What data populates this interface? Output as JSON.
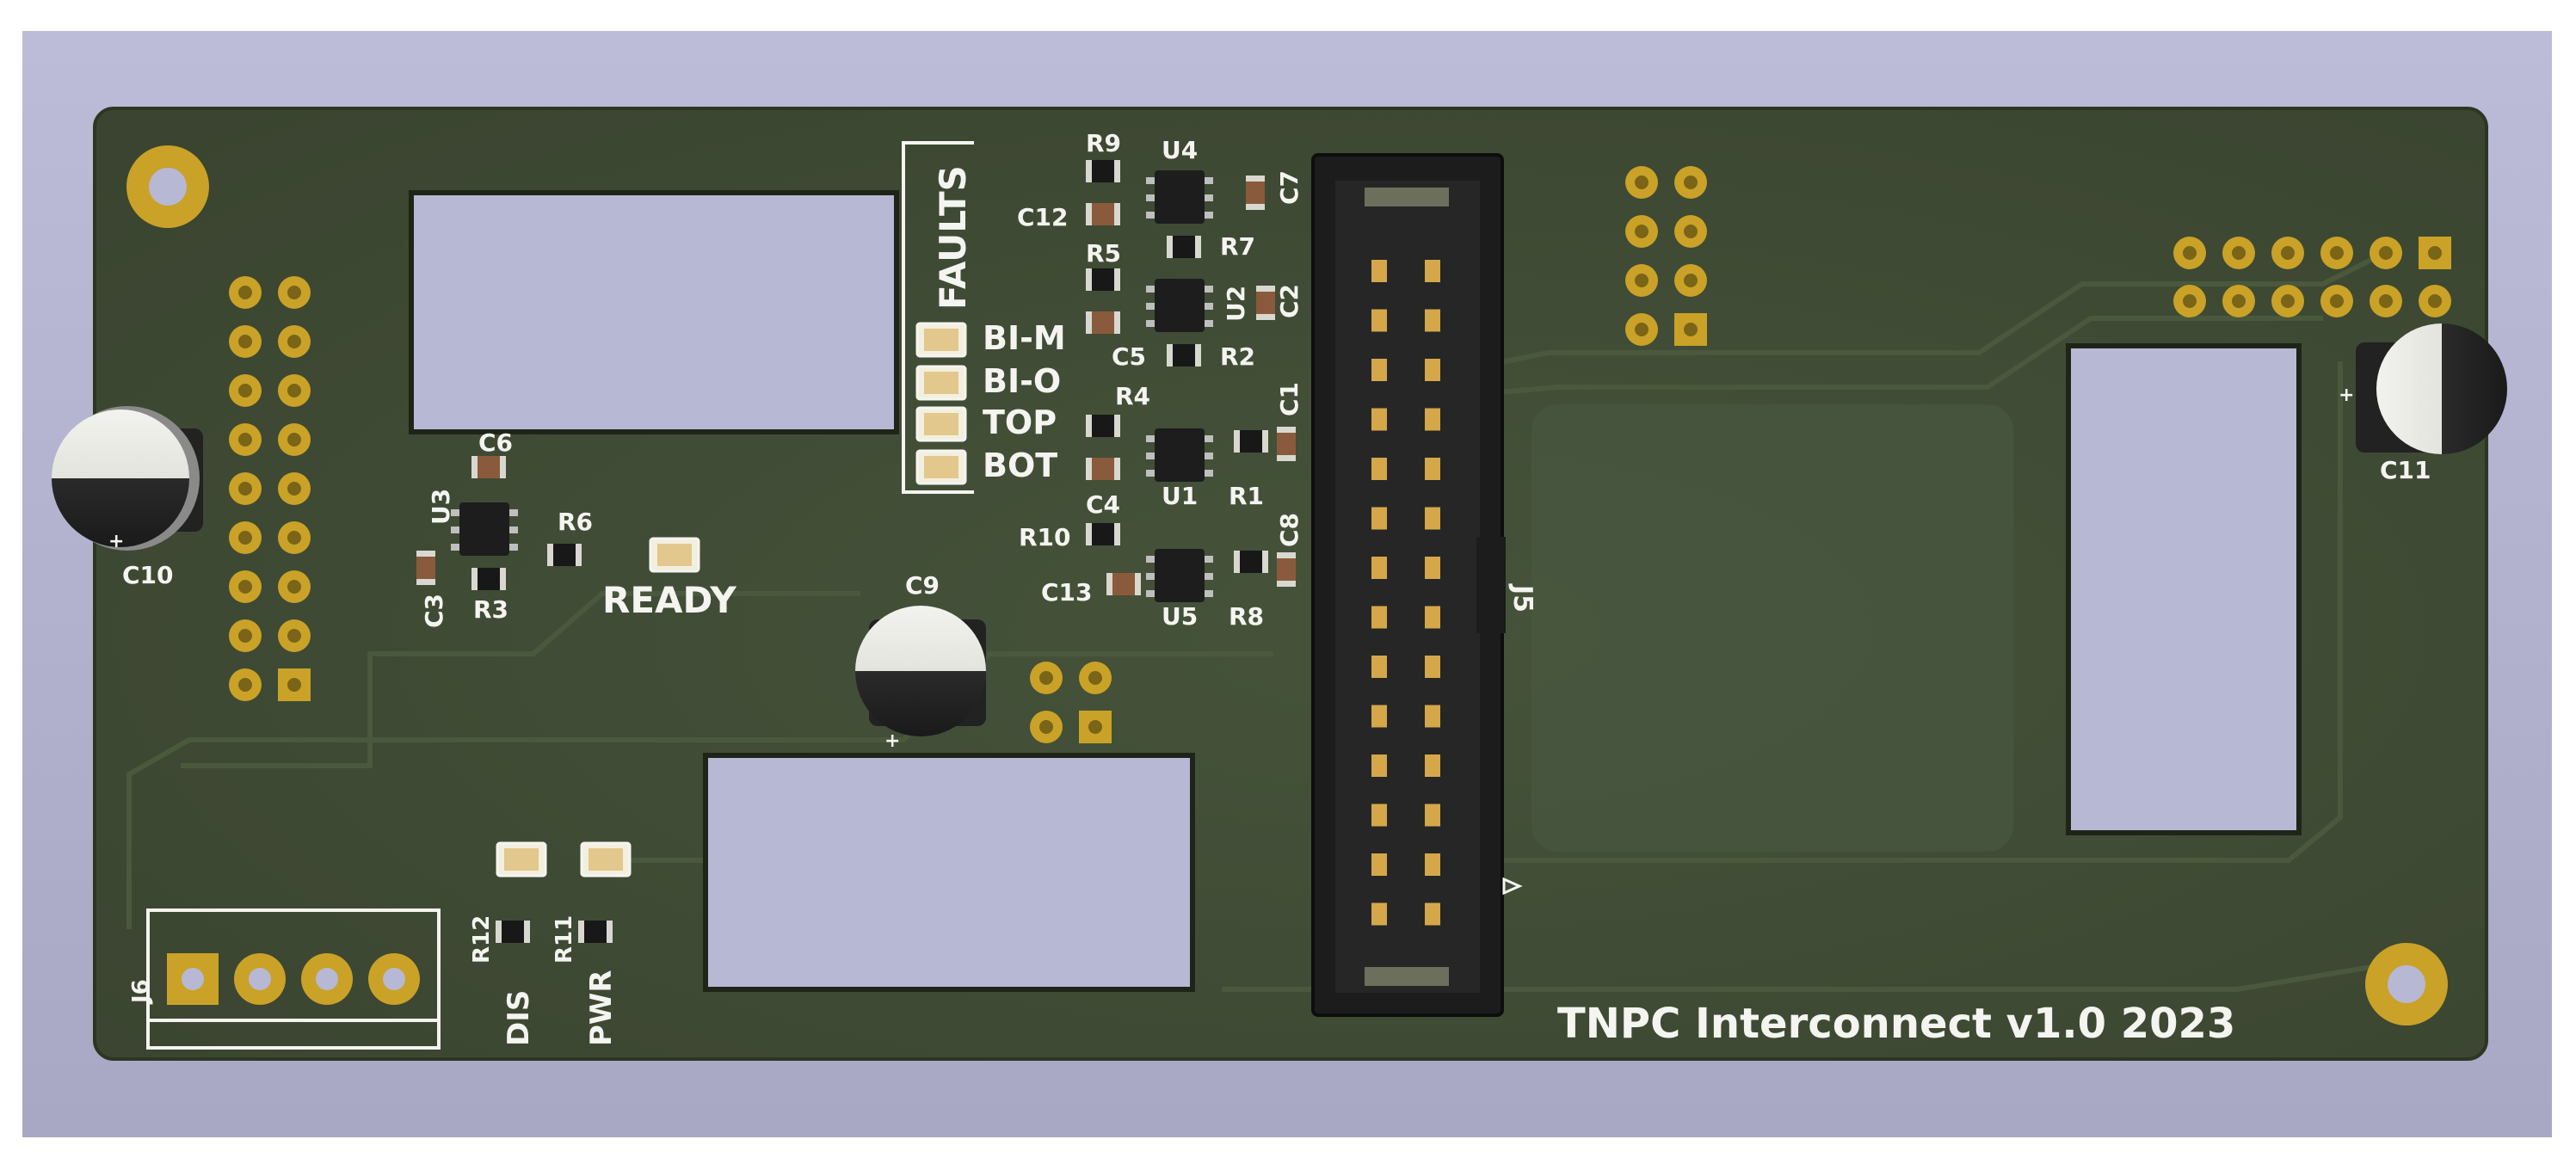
{
  "board_title": "TNPC Interconnect v1.0 2023",
  "connector_labels": {
    "j5": "J5",
    "j6": "J6"
  },
  "faults": {
    "header": "FAULTS",
    "leds": [
      "BI-M",
      "BI-O",
      "TOP",
      "BOT"
    ]
  },
  "ready_label": "READY",
  "dis_label": "DIS",
  "pwr_label": "PWR",
  "refdes": {
    "c1": "C1",
    "c2": "C2",
    "c3": "C3",
    "c4": "C4",
    "c5": "C5",
    "c6": "C6",
    "c7": "C7",
    "c8": "C8",
    "c9": "C9",
    "c10": "C10",
    "c11": "C11",
    "c12": "C12",
    "c13": "C13",
    "r1": "R1",
    "r2": "R2",
    "r3": "R3",
    "r4": "R4",
    "r5": "R5",
    "r6": "R6",
    "r7": "R7",
    "r8": "R8",
    "r9": "R9",
    "r10": "R10",
    "r11": "R11",
    "r12": "R12",
    "u1": "U1",
    "u2": "U2",
    "u3": "U3",
    "u4": "U4",
    "u5": "U5"
  },
  "polarity_mark": "+",
  "colors": {
    "background_top": "#bcbcd8",
    "background_bottom": "#a8a8c4",
    "board": "#3f4a30",
    "board_edge": "#2d3623",
    "silkscreen": "#f4f4f0",
    "pad_gold": "#c9a227",
    "cutout": "#b7b8d4",
    "connector_body": "#1c1c1c",
    "connector_pin": "#d4a84a"
  }
}
